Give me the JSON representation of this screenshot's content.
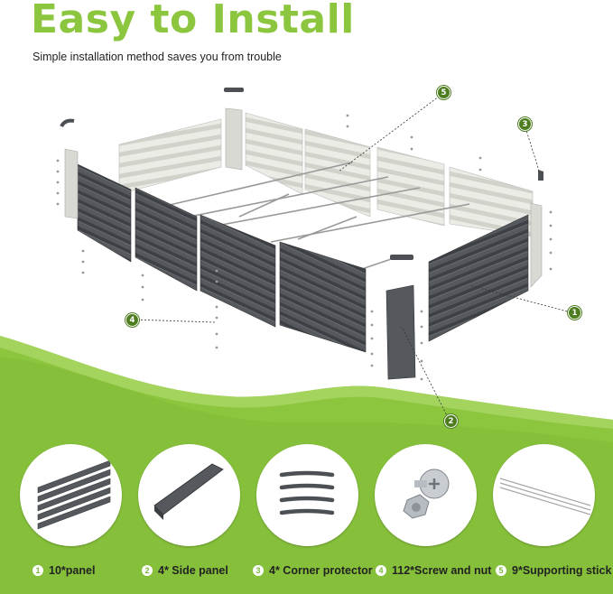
{
  "title": "Easy to Install",
  "subtitle": "Simple installation method saves you from trouble",
  "callouts": [
    "5",
    "3",
    "1",
    "4",
    "2"
  ],
  "parts": [
    {
      "num": "1",
      "label": "10*panel"
    },
    {
      "num": "2",
      "label": "4* Side panel"
    },
    {
      "num": "3",
      "label": "4* Corner protector"
    },
    {
      "num": "4",
      "label": "112*Screw and nut"
    },
    {
      "num": "5",
      "label": "9*Supporting stick"
    }
  ],
  "colors": {
    "accent": "#8cc63f",
    "accent_dark": "#4e7d20",
    "panel_dark": "#4f5357",
    "panel_light": "#e8e8e2",
    "wave_green": "#8cc63f"
  }
}
